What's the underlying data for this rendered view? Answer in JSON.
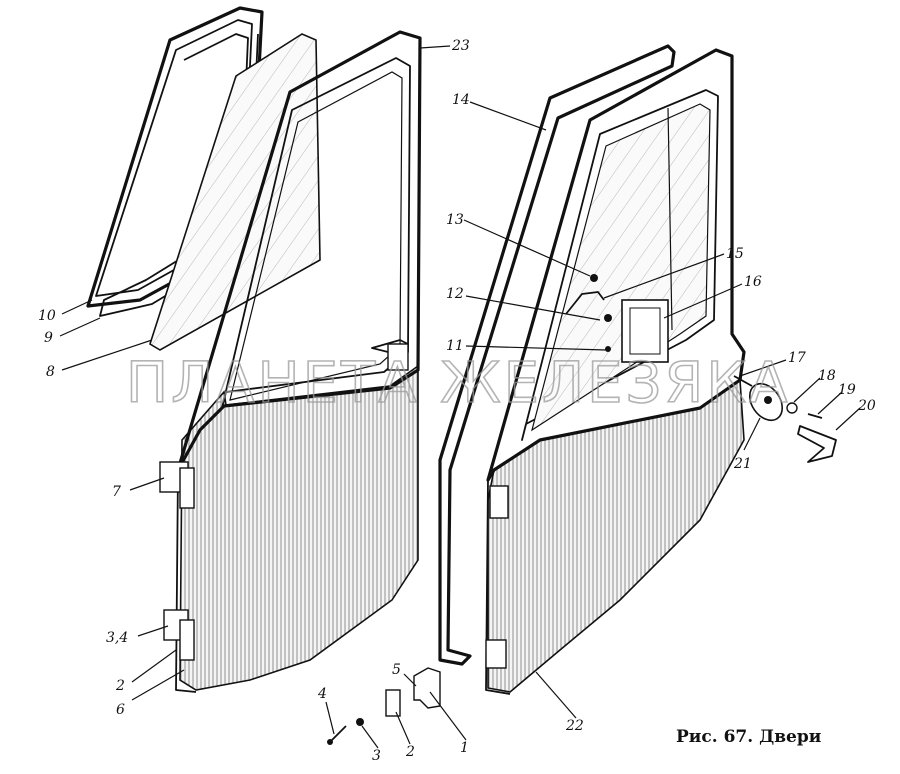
{
  "caption": "Рис. 67. Двери",
  "watermark": "ПЛАНЕТА ЖЕЛЕЗЯКА",
  "labels": {
    "l1": "1",
    "l2a": "2",
    "l2b": "2",
    "l3": "3",
    "l34": "3,4",
    "l4": "4",
    "l5": "5",
    "l6": "6",
    "l7": "7",
    "l8": "8",
    "l9": "9",
    "l10": "10",
    "l11": "11",
    "l12": "12",
    "l13": "13",
    "l14": "14",
    "l15": "15",
    "l16": "16",
    "l17": "17",
    "l18": "18",
    "l19": "19",
    "l20": "20",
    "l21": "21",
    "l22": "22",
    "l23": "23"
  }
}
